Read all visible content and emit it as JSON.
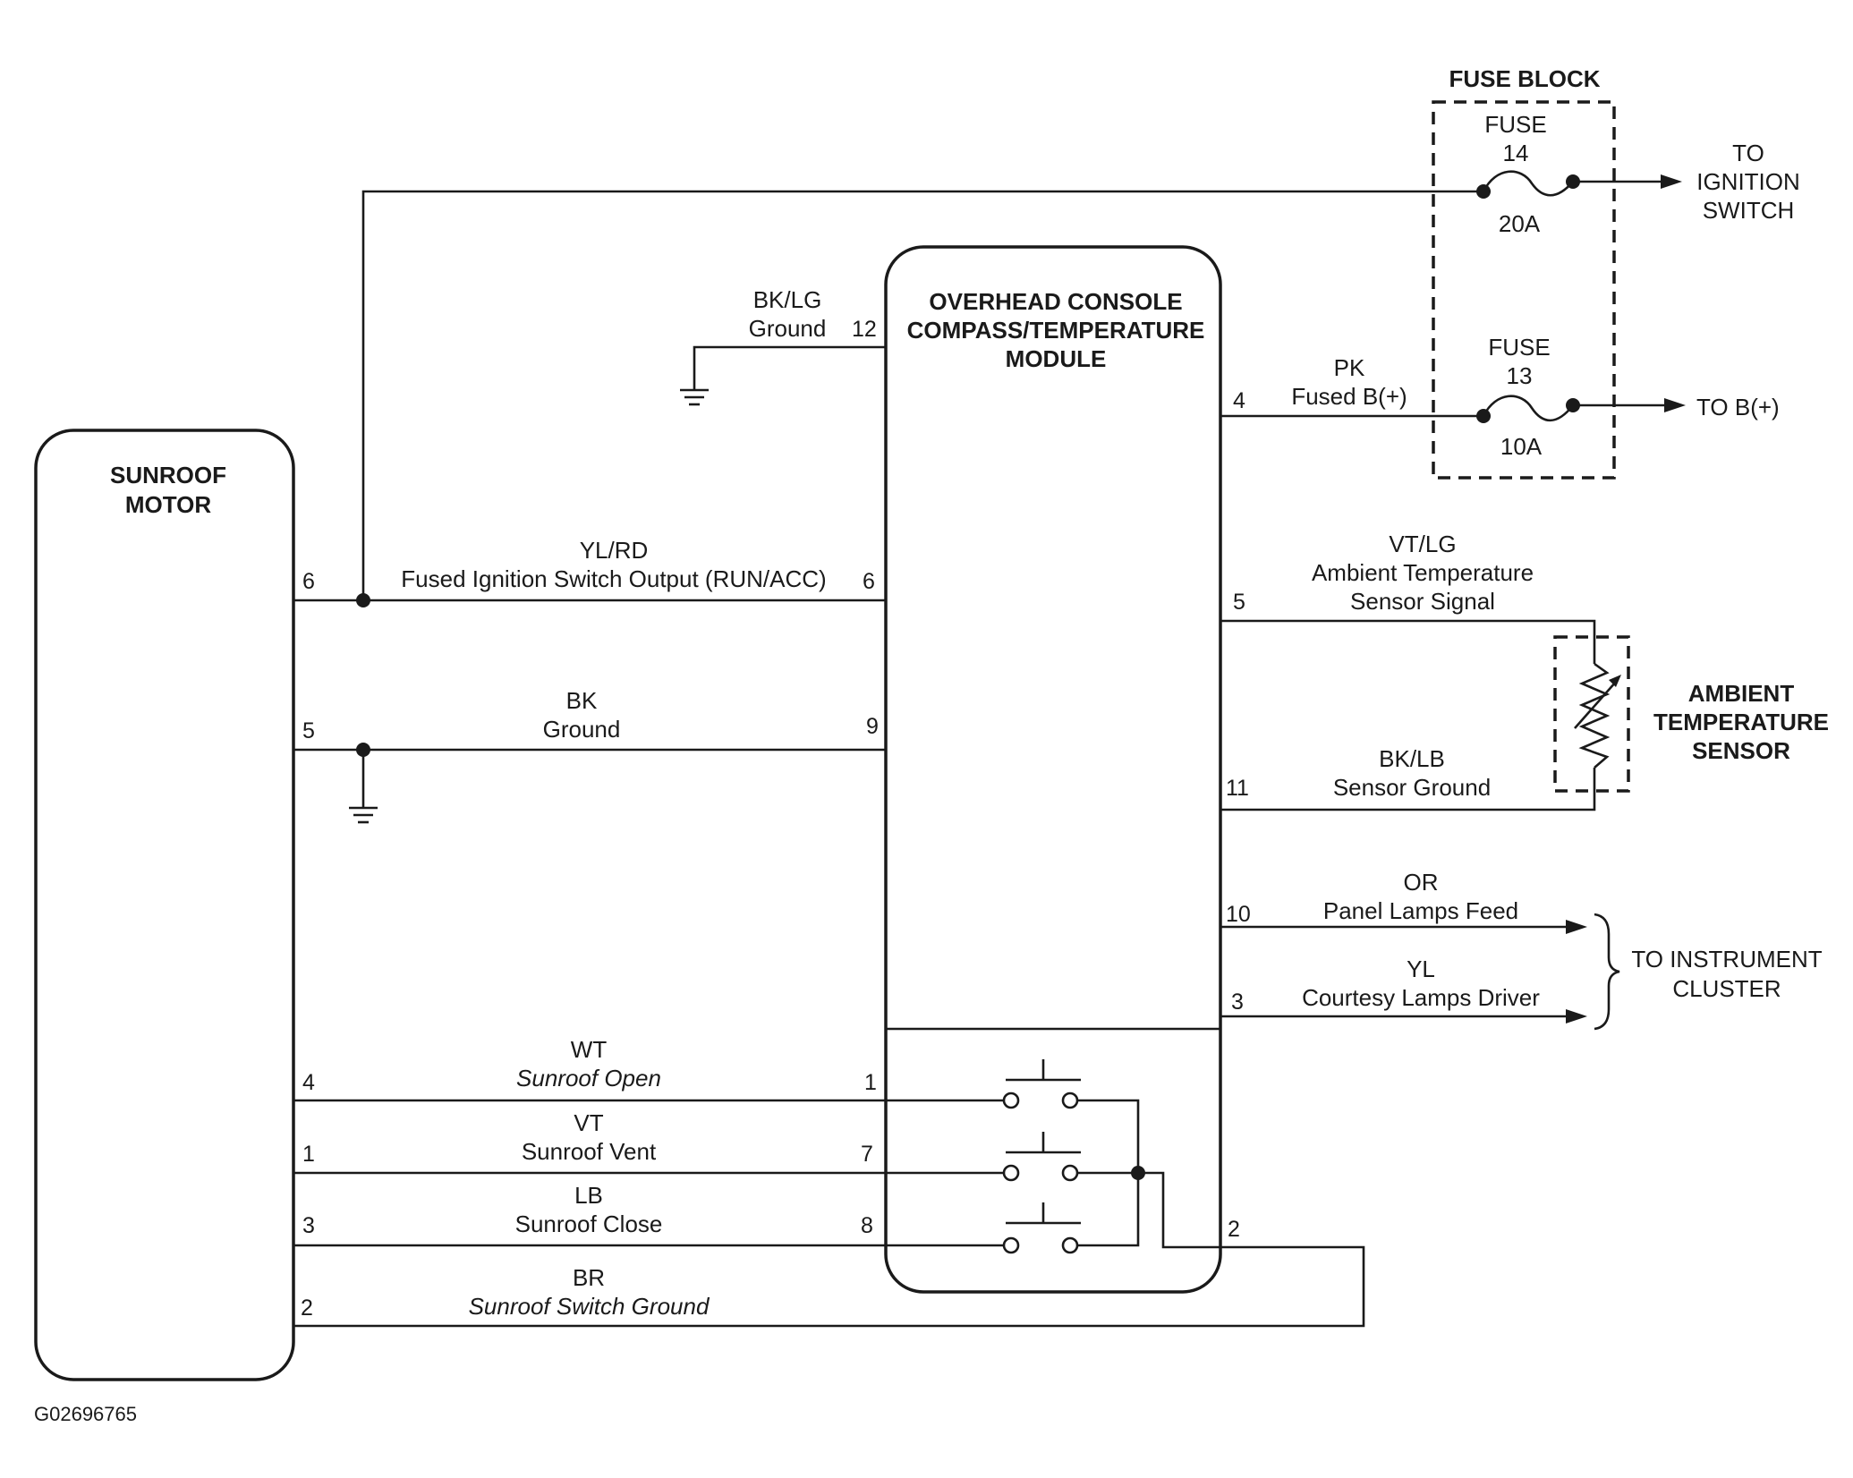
{
  "components": {
    "sunroof_motor": {
      "line1": "SUNROOF",
      "line2": "MOTOR"
    },
    "module": {
      "line1": "OVERHEAD CONSOLE",
      "line2": "COMPASS/TEMPERATURE",
      "line3": "MODULE"
    },
    "fuse_block": {
      "title": "FUSE BLOCK"
    },
    "fuse14": {
      "label": "FUSE",
      "number": "14",
      "rating": "20A"
    },
    "fuse13": {
      "label": "FUSE",
      "number": "13",
      "rating": "10A"
    },
    "ambient_sensor": {
      "line1": "AMBIENT",
      "line2": "TEMPERATURE",
      "line3": "SENSOR"
    }
  },
  "destinations": {
    "ignition": {
      "line1": "TO",
      "line2": "IGNITION",
      "line3": "SWITCH"
    },
    "battery": "TO B(+)",
    "cluster": {
      "line1": "TO INSTRUMENT",
      "line2": "CLUSTER"
    }
  },
  "wires": {
    "ground12": {
      "color": "BK/LG",
      "name": "Ground",
      "pin": "12"
    },
    "fused_b": {
      "color": "PK",
      "name": "Fused B(+)",
      "pin": "4"
    },
    "ignition": {
      "color": "YL/RD",
      "name": "Fused Ignition Switch Output (RUN/ACC)",
      "motor_pin": "6",
      "module_pin": "6"
    },
    "ground9": {
      "color": "BK",
      "name": "Ground",
      "motor_pin": "5",
      "module_pin": "9"
    },
    "ambient_signal": {
      "color": "VT/LG",
      "name_line1": "Ambient Temperature",
      "name_line2": "Sensor Signal",
      "pin": "5"
    },
    "sensor_ground": {
      "color": "BK/LB",
      "name": "Sensor Ground",
      "pin": "11"
    },
    "panel_lamps": {
      "color": "OR",
      "name": "Panel Lamps Feed",
      "pin": "10"
    },
    "courtesy_lamps": {
      "color": "YL",
      "name": "Courtesy Lamps Driver",
      "pin": "3"
    },
    "sunroof_open": {
      "color": "WT",
      "name": "Sunroof Open",
      "motor_pin": "4",
      "module_pin": "1"
    },
    "sunroof_vent": {
      "color": "VT",
      "name": "Sunroof Vent",
      "motor_pin": "1",
      "module_pin": "7"
    },
    "sunroof_close": {
      "color": "LB",
      "name": "Sunroof Close",
      "motor_pin": "3",
      "module_pin": "8"
    },
    "switch_ground": {
      "color": "BR",
      "name": "Sunroof Switch Ground",
      "motor_pin": "2",
      "module_pin": "2"
    }
  },
  "figure_id": "G02696765"
}
